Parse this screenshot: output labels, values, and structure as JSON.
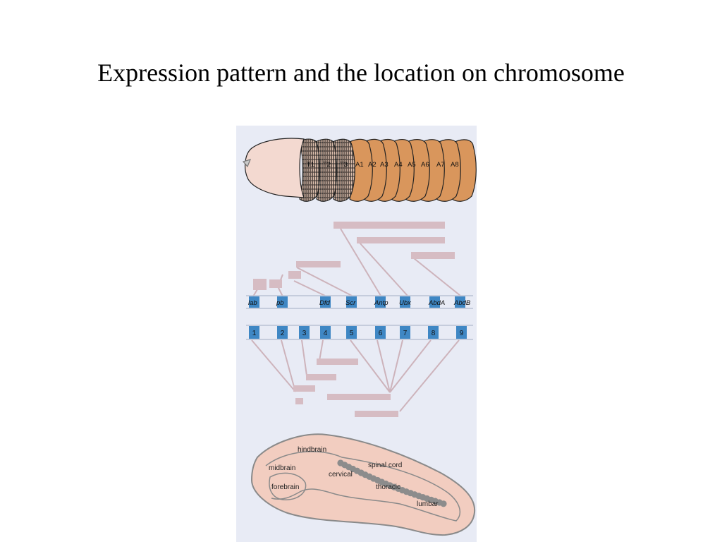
{
  "slide": {
    "title": "Expression pattern and the location on chromosome"
  },
  "colors": {
    "panel": "#e8ebf5",
    "gene_box": "#3f87c4",
    "expression_bar": "#d6bcc3",
    "connector": "#cdb3bb",
    "fly_head": "#f3d9d0",
    "fly_thorax": "#f3d9c9",
    "fly_abdomen": "#d9965c",
    "fly_tail": "#d4ad3c",
    "mouse_body": "#f2cdc0",
    "somite": "#8c8c8c"
  },
  "fly": {
    "segments": [
      "T1",
      "T2",
      "T3",
      "A1",
      "A2",
      "A3",
      "A4",
      "A5",
      "A6",
      "A7",
      "A8"
    ]
  },
  "fly_genes": [
    "lab",
    "pb",
    "Dfd",
    "Scr",
    "Antp",
    "Ubx",
    "AbdA",
    "AbdB"
  ],
  "mouse_genes": [
    "1",
    "2",
    "3",
    "4",
    "5",
    "6",
    "7",
    "8",
    "9"
  ],
  "mouse": {
    "regions": {
      "hindbrain": "hindbrain",
      "midbrain": "midbrain",
      "forebrain": "forebrain",
      "spinal_cord": "spinal cord",
      "cervical": "cervical",
      "thoracic": "thoracic",
      "lumbar": "lumbar"
    }
  }
}
